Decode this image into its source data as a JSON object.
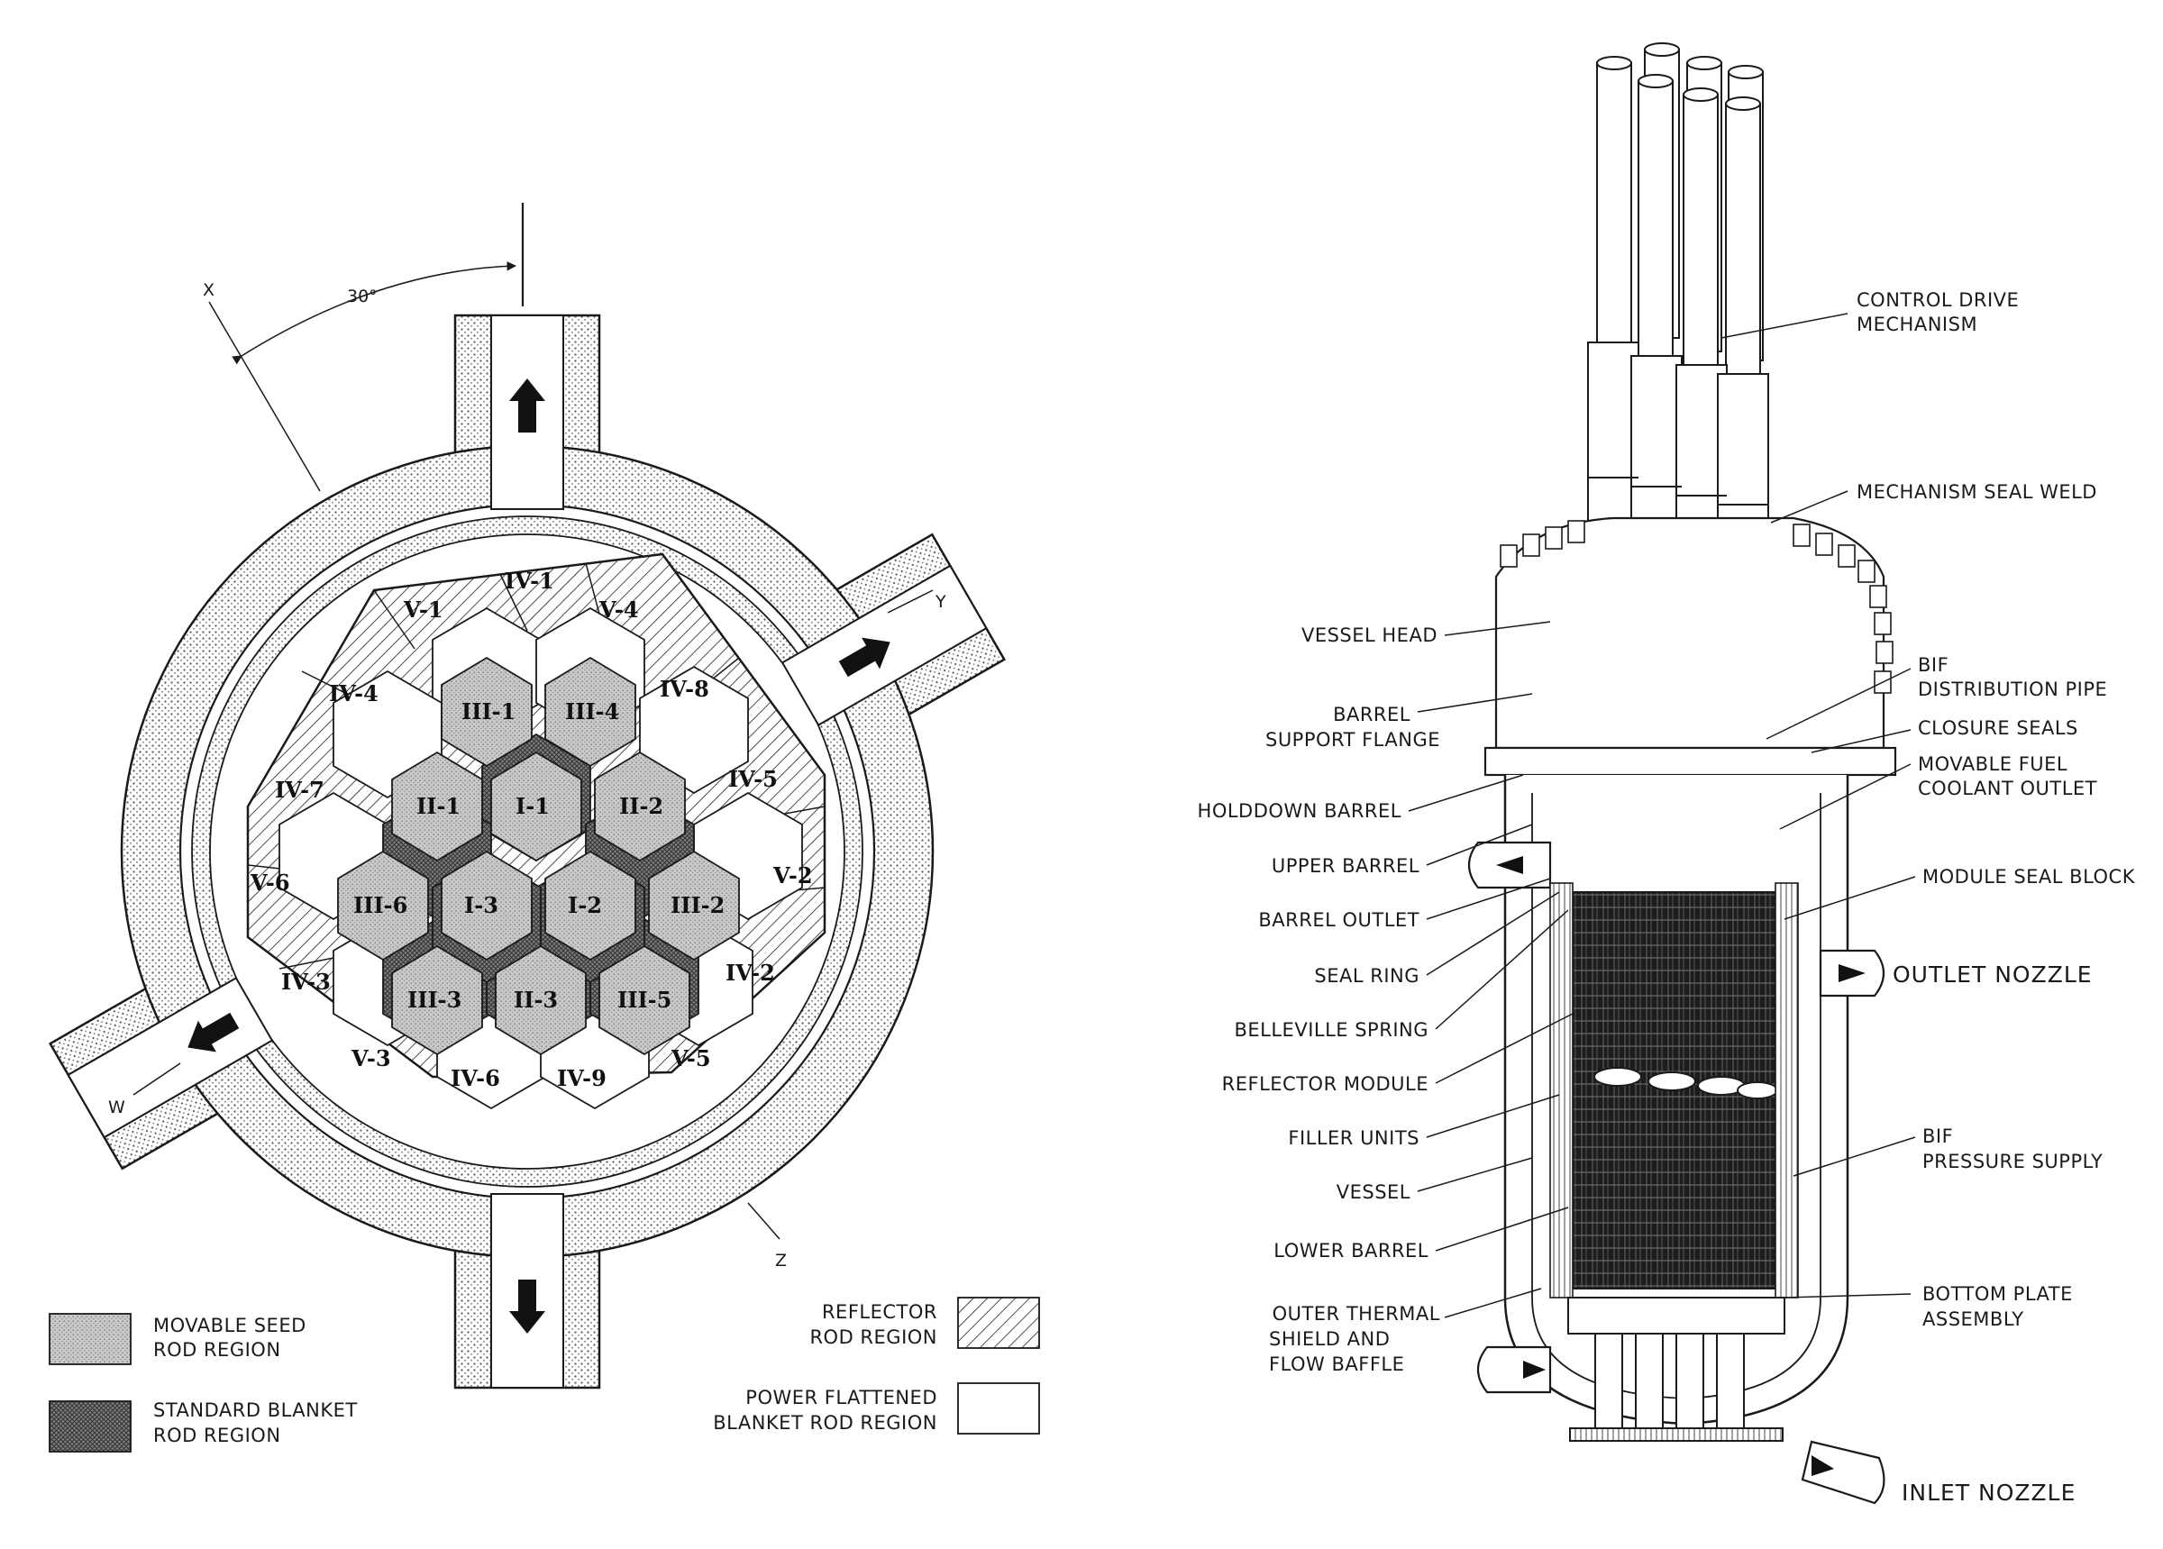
{
  "left_figure": {
    "angle_label": "30°",
    "axes": {
      "x": "X",
      "y": "Y",
      "w": "W",
      "z": "Z"
    },
    "cells": {
      "seed": [
        "I-1",
        "I-2",
        "I-3",
        "II-1",
        "II-2",
        "II-3",
        "III-1",
        "III-2",
        "III-3",
        "III-4",
        "III-5",
        "III-6"
      ],
      "reflector": [
        "IV-1",
        "IV-2",
        "IV-3",
        "IV-4",
        "IV-5",
        "IV-6",
        "IV-7",
        "IV-8",
        "IV-9",
        "V-1",
        "V-2",
        "V-3",
        "V-4",
        "V-5",
        "V-6"
      ]
    },
    "legend": {
      "movable_seed": [
        "MOVABLE SEED",
        "ROD REGION"
      ],
      "standard_blanket": [
        "STANDARD BLANKET",
        "ROD REGION"
      ],
      "reflector": [
        "REFLECTOR",
        "ROD REGION"
      ],
      "power_flattened": [
        "POWER FLATTENED",
        "BLANKET ROD REGION"
      ]
    }
  },
  "right_figure": {
    "labels": {
      "control_drive": [
        "CONTROL DRIVE",
        "MECHANISM"
      ],
      "mechanism_seal_weld": "MECHANISM SEAL WELD",
      "vessel_head": "VESSEL HEAD",
      "bif_distribution": [
        "BIF",
        "DISTRIBUTION PIPE"
      ],
      "barrel_support_flange": [
        "BARREL",
        "SUPPORT FLANGE"
      ],
      "closure_seals": "CLOSURE SEALS",
      "movable_fuel_outlet": [
        "MOVABLE FUEL",
        "COOLANT OUTLET"
      ],
      "holddown_barrel": "HOLDDOWN BARREL",
      "upper_barrel": "UPPER BARREL",
      "module_seal_block": "MODULE SEAL BLOCK",
      "barrel_outlet": "BARREL OUTLET",
      "outlet_nozzle": "OUTLET NOZZLE",
      "seal_ring": "SEAL RING",
      "belleville_spring": "BELLEVILLE SPRING",
      "reflector_module": "REFLECTOR MODULE",
      "filler_units": "FILLER UNITS",
      "bif_pressure": [
        "BIF",
        "PRESSURE SUPPLY"
      ],
      "vessel": "VESSEL",
      "lower_barrel": "LOWER BARREL",
      "outer_thermal": [
        "OUTER THERMAL",
        "SHIELD AND",
        "FLOW BAFFLE"
      ],
      "bottom_plate": [
        "BOTTOM PLATE",
        "ASSEMBLY"
      ],
      "inlet_nozzle": "INLET NOZZLE"
    }
  }
}
